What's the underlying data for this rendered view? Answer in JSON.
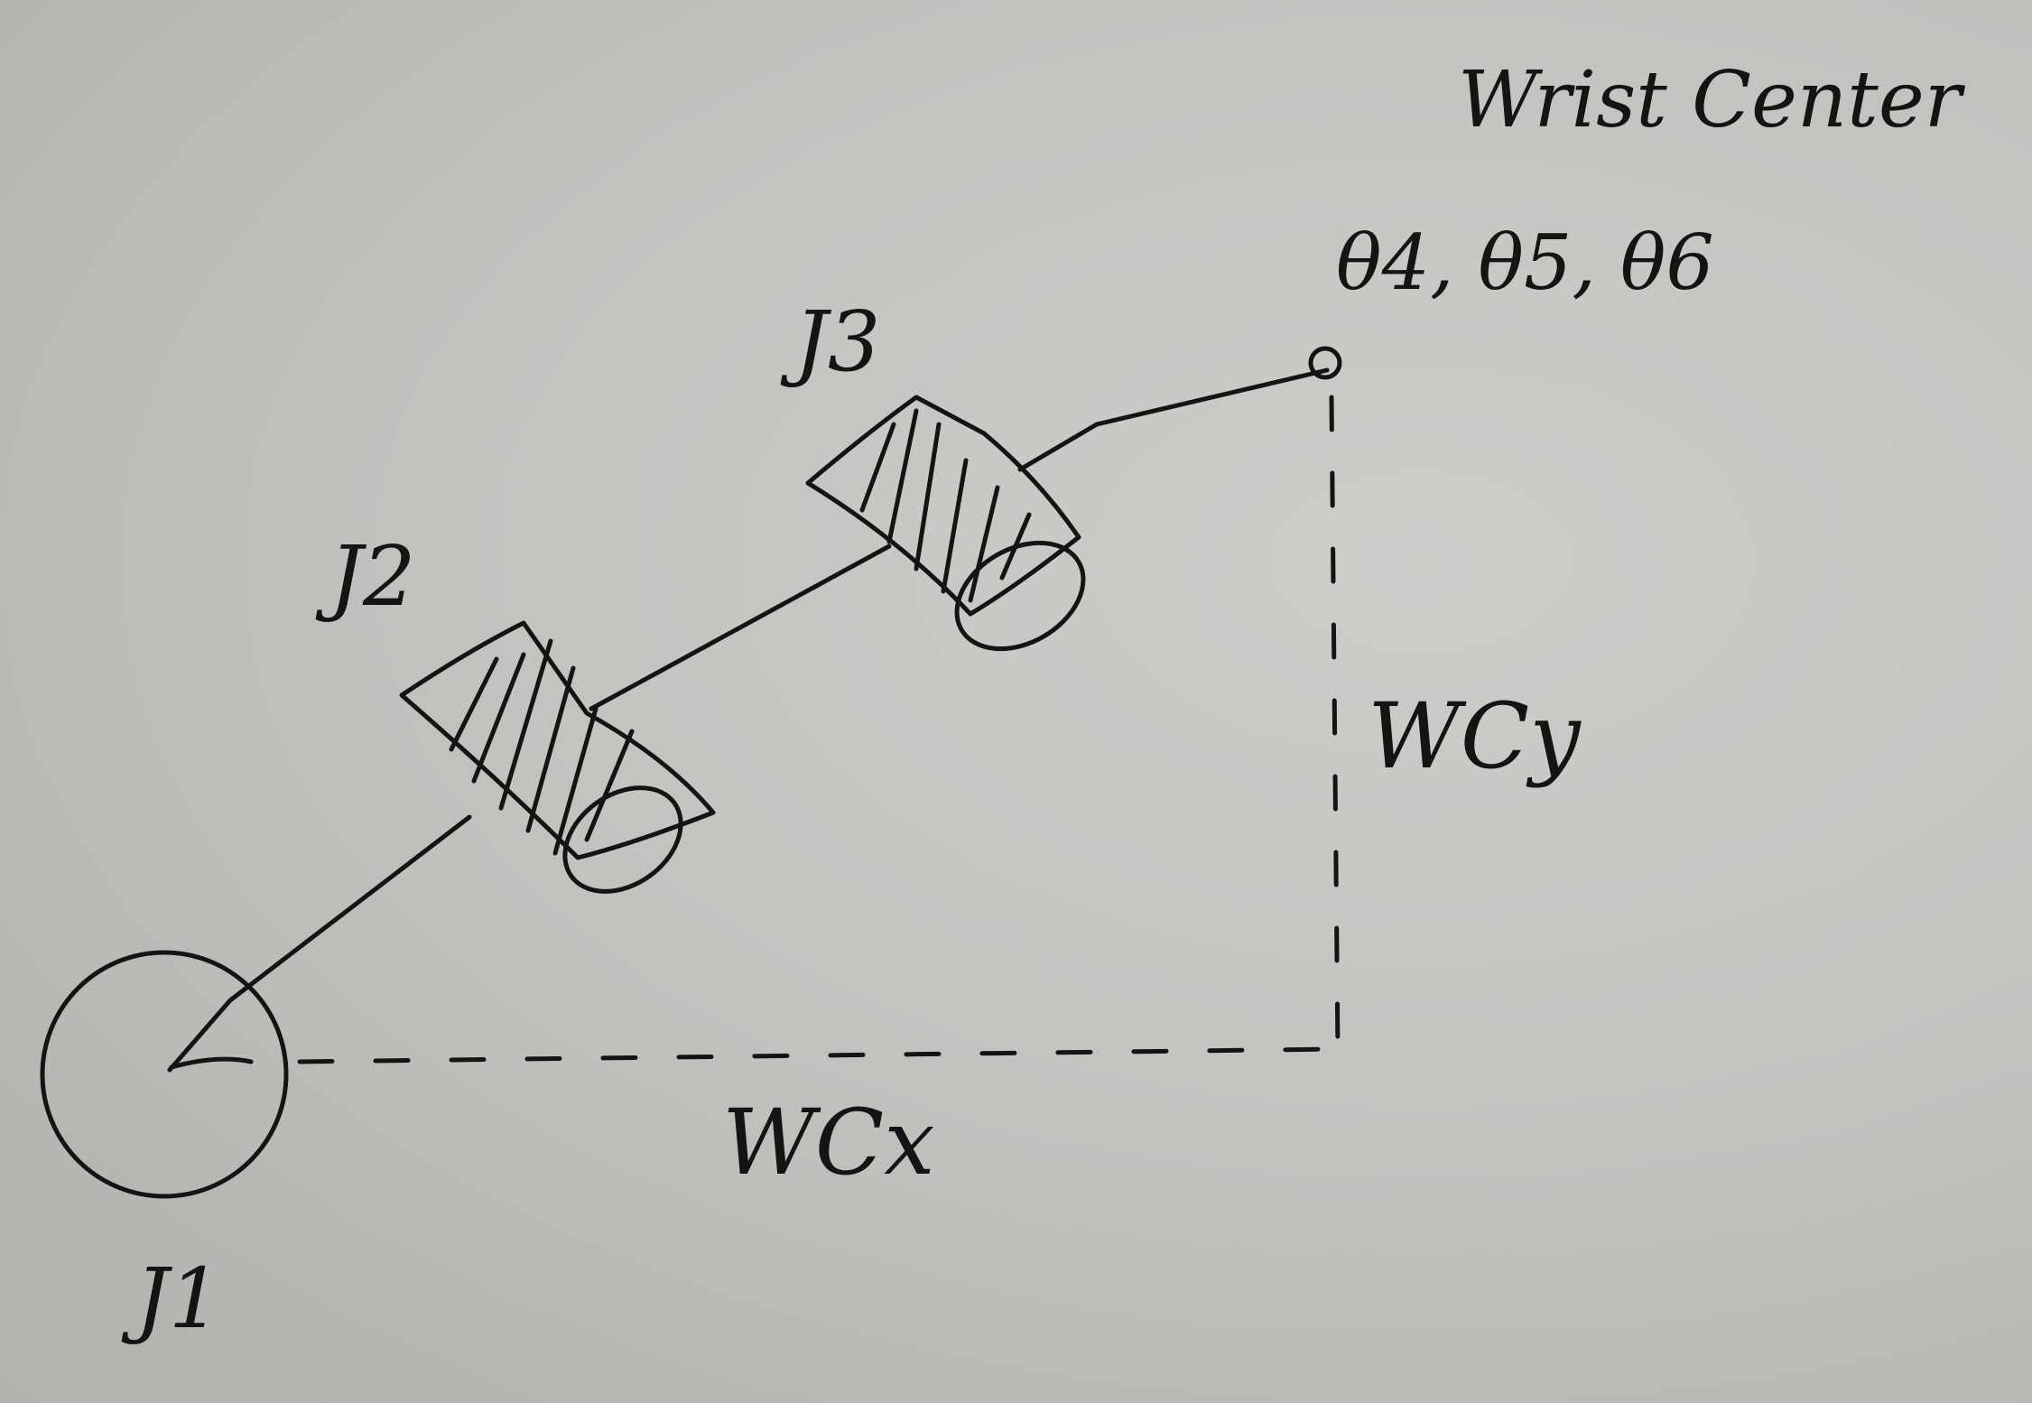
{
  "labels": {
    "joint1": "J1",
    "joint2": "J2",
    "joint3": "J3",
    "wrist_center": "Wrist Center",
    "wrist_angles": "θ4, θ5, θ6",
    "wc_x": "WCx",
    "wc_y": "WCy"
  },
  "colors": {
    "paper": "#c4c2bf",
    "ink": "#141414"
  }
}
